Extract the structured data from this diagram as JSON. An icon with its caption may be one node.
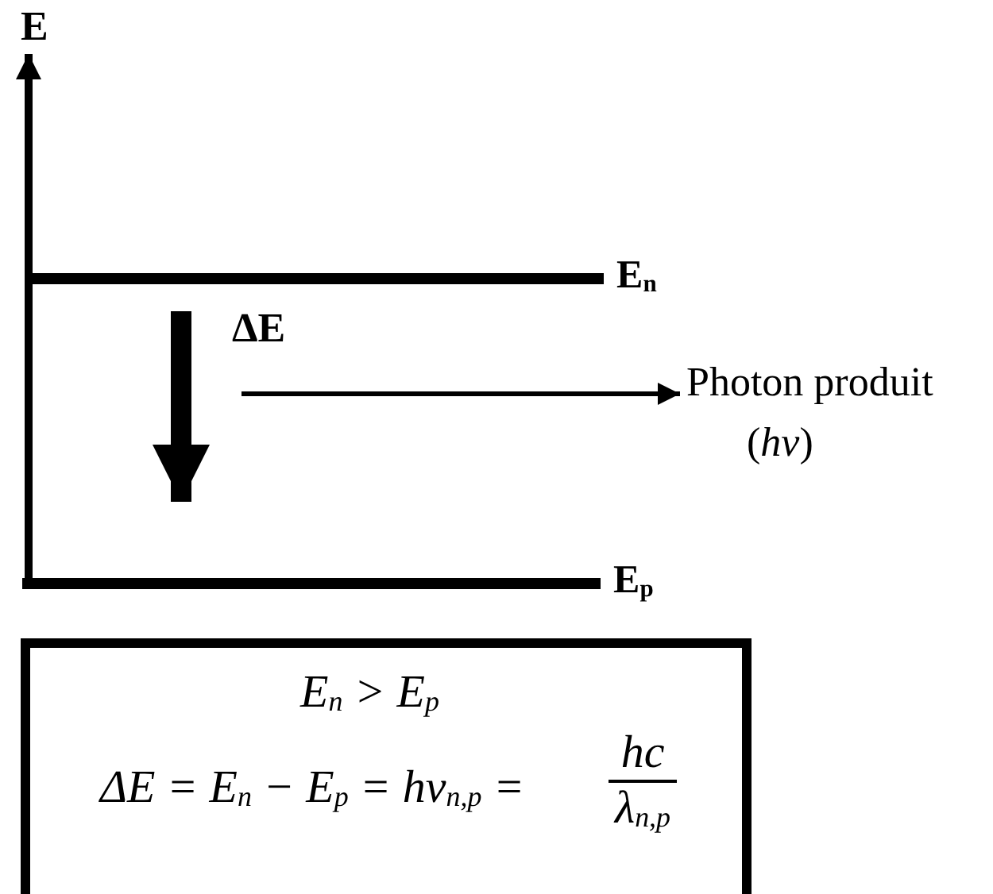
{
  "diagram": {
    "nodes": [
      {
        "text": [
          "E$_{n}$"
        ]
      },
      {
        "text": [
          "E$_{p}$"
        ]
      },
      {
        "text": [
          "Photon produit",
          "(*hν*)"
        ]
      },
      {
        "text": [
          "E$_{n}$ > E$_{p}$",
          "ΔE = E$_{n}$ − E$_{p}$ = hν$_{n,p}$ =",
          "hc",
          "λ$_{n,p}$"
        ]
      }
    ],
    "edges": [
      {
        "from": 0,
        "to": 1,
        "arrow": "to",
        "label": "ΔE",
        "style": "thick"
      },
      {
        "from": null,
        "to": 2,
        "arrow": "to"
      }
    ],
    "labels": [
      "E"
    ]
  }
}
